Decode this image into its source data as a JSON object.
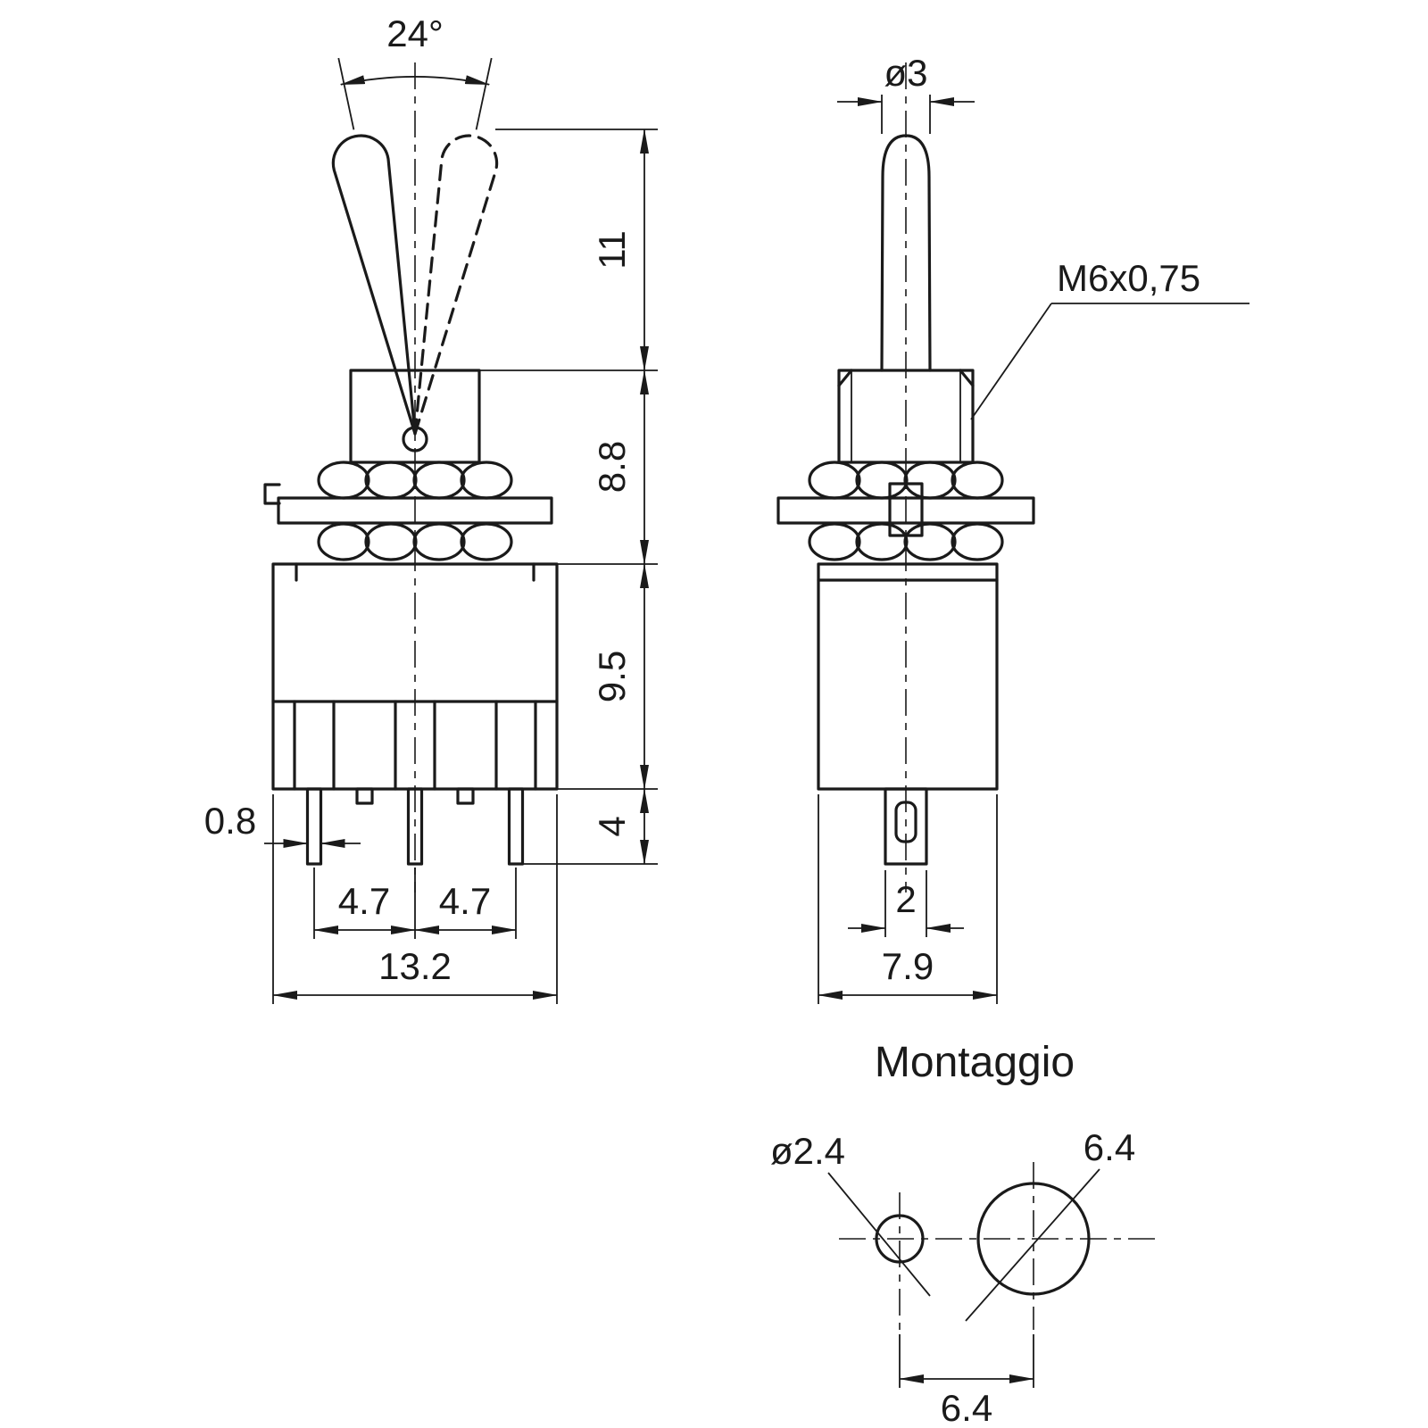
{
  "colors": {
    "ink": "#1a1a1a",
    "background": "#ffffff"
  },
  "front": {
    "angle_label": "24°",
    "dim_lever": "11",
    "dim_bushing": "8.8",
    "dim_body": "9.5",
    "dim_terminals": "4",
    "dim_terminal_thickness": "0.8",
    "dim_pitch_left": "4.7",
    "dim_pitch_right": "4.7",
    "dim_width": "13.2"
  },
  "side": {
    "dim_lever_diameter": "ø3",
    "thread_callout": "M6x0,75",
    "dim_terminal_width": "2",
    "dim_depth": "7.9"
  },
  "mounting": {
    "heading": "Montaggio",
    "dim_small_hole_diameter": "ø2.4",
    "dim_large_hole_diameter": "6.4",
    "dim_hole_spacing": "6.4"
  }
}
